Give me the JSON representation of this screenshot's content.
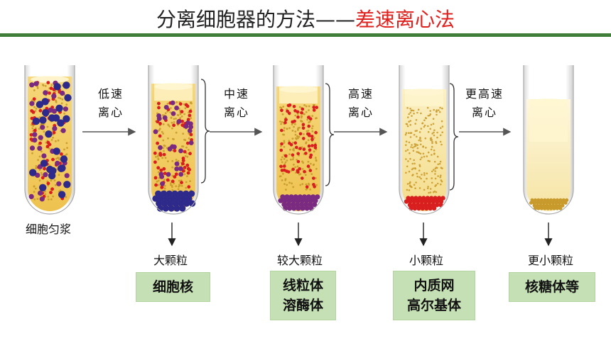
{
  "title": {
    "main": "分离细胞器的方法——",
    "highlight": "差速离心法"
  },
  "homogenate_label": "细胞匀浆",
  "steps": [
    {
      "line1": "低速",
      "line2": "离心"
    },
    {
      "line1": "中速",
      "line2": "离心"
    },
    {
      "line1": "高速",
      "line2": "离心"
    },
    {
      "line1": "更高速",
      "line2": "离心"
    }
  ],
  "particle_labels": [
    "大颗粒",
    "较大颗粒",
    "小颗粒",
    "更小颗粒"
  ],
  "organelles": [
    {
      "line1": "细胞核",
      "line2": ""
    },
    {
      "line1": "线粒体",
      "line2": "溶酶体"
    },
    {
      "line1": "内质网",
      "line2": "高尔基体"
    },
    {
      "line1": "核糖体等",
      "line2": ""
    }
  ],
  "colors": {
    "title_rule": "#3f7f3a",
    "highlight": "#e0201c",
    "box_fill": "#c5e0b5",
    "nucleus": "#2e2a8c",
    "mitochondria": "#7a2a80",
    "er_golgi": "#d81e1e",
    "ribosome": "#c89a2c"
  }
}
